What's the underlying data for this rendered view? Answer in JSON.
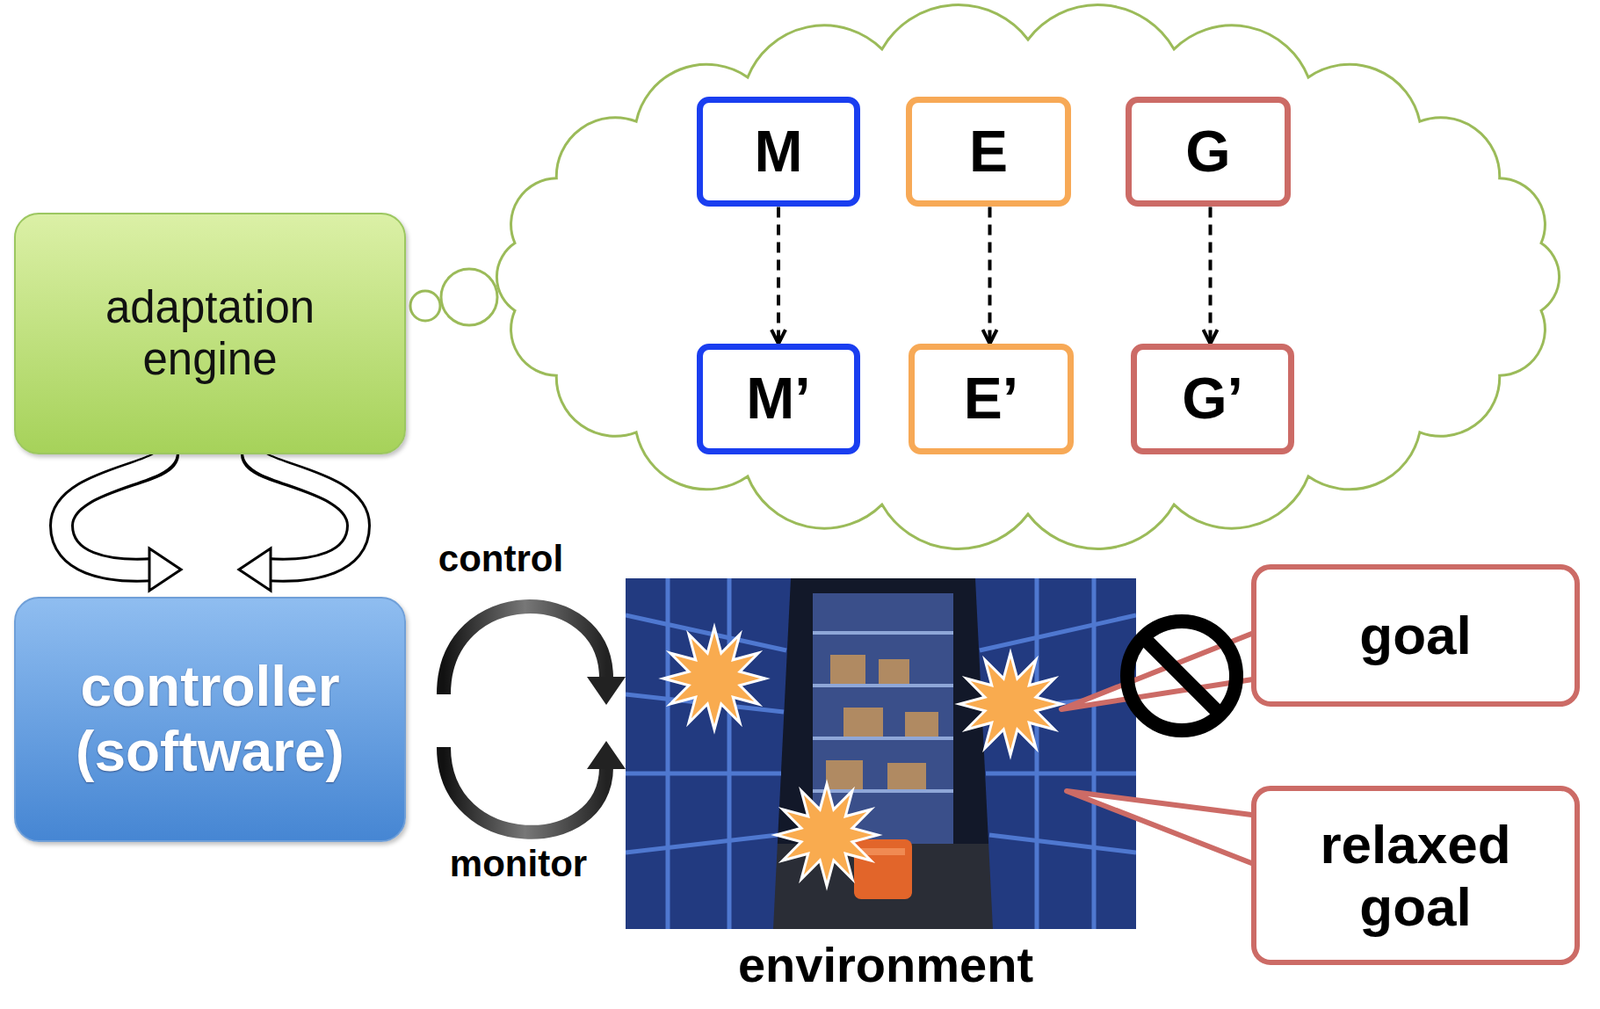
{
  "diagram": {
    "nodes": [
      {
        "text": [
          "M"
        ]
      },
      {
        "text": [
          "E"
        ]
      },
      {
        "text": [
          "G"
        ]
      },
      {
        "text": [
          "adaptation engine"
        ]
      },
      {
        "text": [
          "M’"
        ]
      },
      {
        "text": [
          "E’"
        ]
      },
      {
        "text": [
          "G’"
        ]
      },
      {
        "text": [
          "controller (software)"
        ]
      },
      {
        "text": [
          "goal"
        ]
      },
      {
        "text": [
          "relaxed goal"
        ]
      }
    ],
    "edges": [
      {
        "from": 0,
        "to": 4,
        "arrow": "to"
      },
      {
        "from": 1,
        "to": 5,
        "arrow": "to"
      },
      {
        "from": 2,
        "to": 6,
        "arrow": "to"
      }
    ],
    "labels": [
      "control",
      "monitor",
      "environment"
    ]
  }
}
